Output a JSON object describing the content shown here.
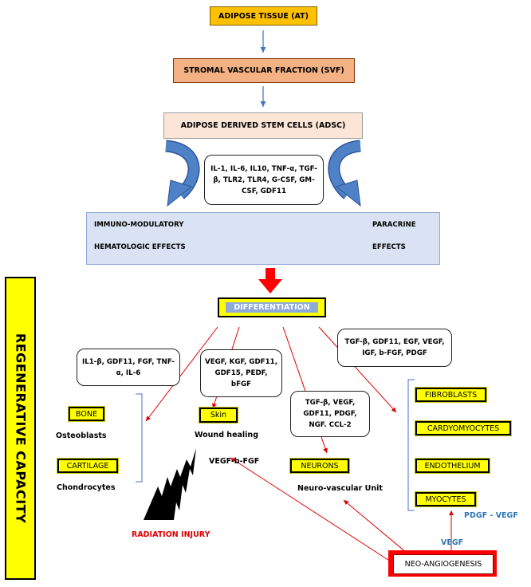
{
  "flow": {
    "adipose_tissue": "ADIPOSE TISSUE (AT)",
    "svf": "STROMAL VASCULAR FRACTION (SVF)",
    "adsc": "ADIPOSE DERIVED STEM CELLS (ADSC)"
  },
  "cytokines": {
    "adsc": "IL-1, IL-6, IL10, TNF-α, TGF-β, TLR2, TLR4, G-CSF, GM-CSF, GDF11",
    "bone": "IL1-β, GDF11, FGF, TNF-α, IL-6",
    "skin": "VEGF, KGF, GDF11, GDF15, PEDF, bFGF",
    "neuron": "TGF-β, VEGF, GDF11, PDGF, NGF. CCL-2",
    "cardio": "TGF-β, GDF11, EGF, VEGF, IGF, b-FGF, PDGF"
  },
  "effects": {
    "immuno": "IMMUNO-MODULATORY",
    "hematologic": "HEMATOLOGIC EFFECTS",
    "paracrine": "PARACRINE",
    "paracrine_effects": "EFFECTS"
  },
  "differentiation": "DIFFERENTIATION",
  "regenerative_capacity": "REGENERATIVE CAPACITY",
  "targets": {
    "bone": "BONE",
    "osteoblasts": "Osteoblasts",
    "cartilage": "CARTILAGE",
    "chondrocytes": "Chondrocytes",
    "skin": "Skin",
    "wound_healing": "Wound healing",
    "vegf_bfgf": "VEGF-b-FGF",
    "neurons": "NEURONS",
    "neurovascular": "Neuro-vascular Unit",
    "fibroblasts": "FIBROBLASTS",
    "cardiomyocytes": "CARDYOMYOCYTES",
    "endothelium": "ENDOTHELIUM",
    "myocytes": "MYOCYTES",
    "pdgf_vegf": "PDGF - VEGF",
    "vegf": "VEGF"
  },
  "radiation_injury": "RADIATION INJURY",
  "neo_angiogenesis": "NEO-ANGIOGENESIS",
  "colors": {
    "orange": "#ffc000",
    "salmon": "#f4b183",
    "peach": "#fbe5d6",
    "lightblue": "#dae3f3",
    "yellow": "#ffff00",
    "red": "#ff0000",
    "blue_arrow": "#4472c4",
    "slate_blue": "#2e75b6"
  }
}
